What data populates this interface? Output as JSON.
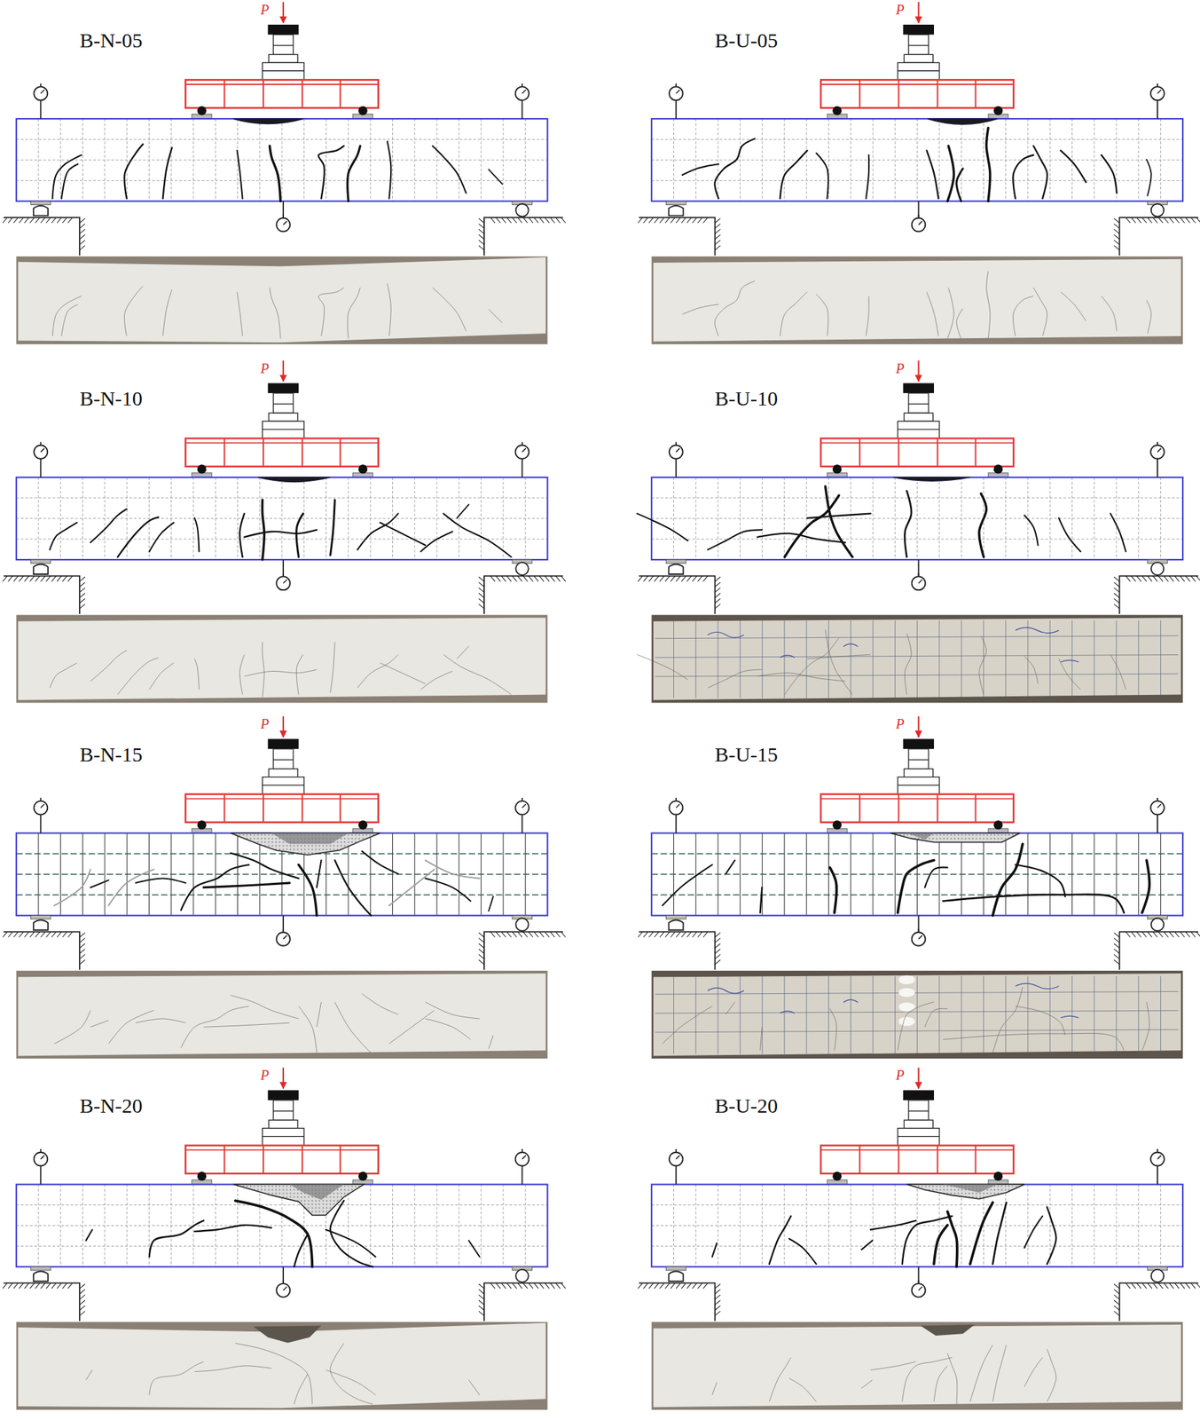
{
  "diagram": {
    "labels": [
      "B-N-05",
      "P",
      "B-U-05",
      "P",
      "B-N-10",
      "P",
      "B-U-10",
      "P",
      "B-N-15",
      "P",
      "B-U-15",
      "P",
      "B-N-20",
      "P",
      "B-U-20",
      "P"
    ]
  }
}
